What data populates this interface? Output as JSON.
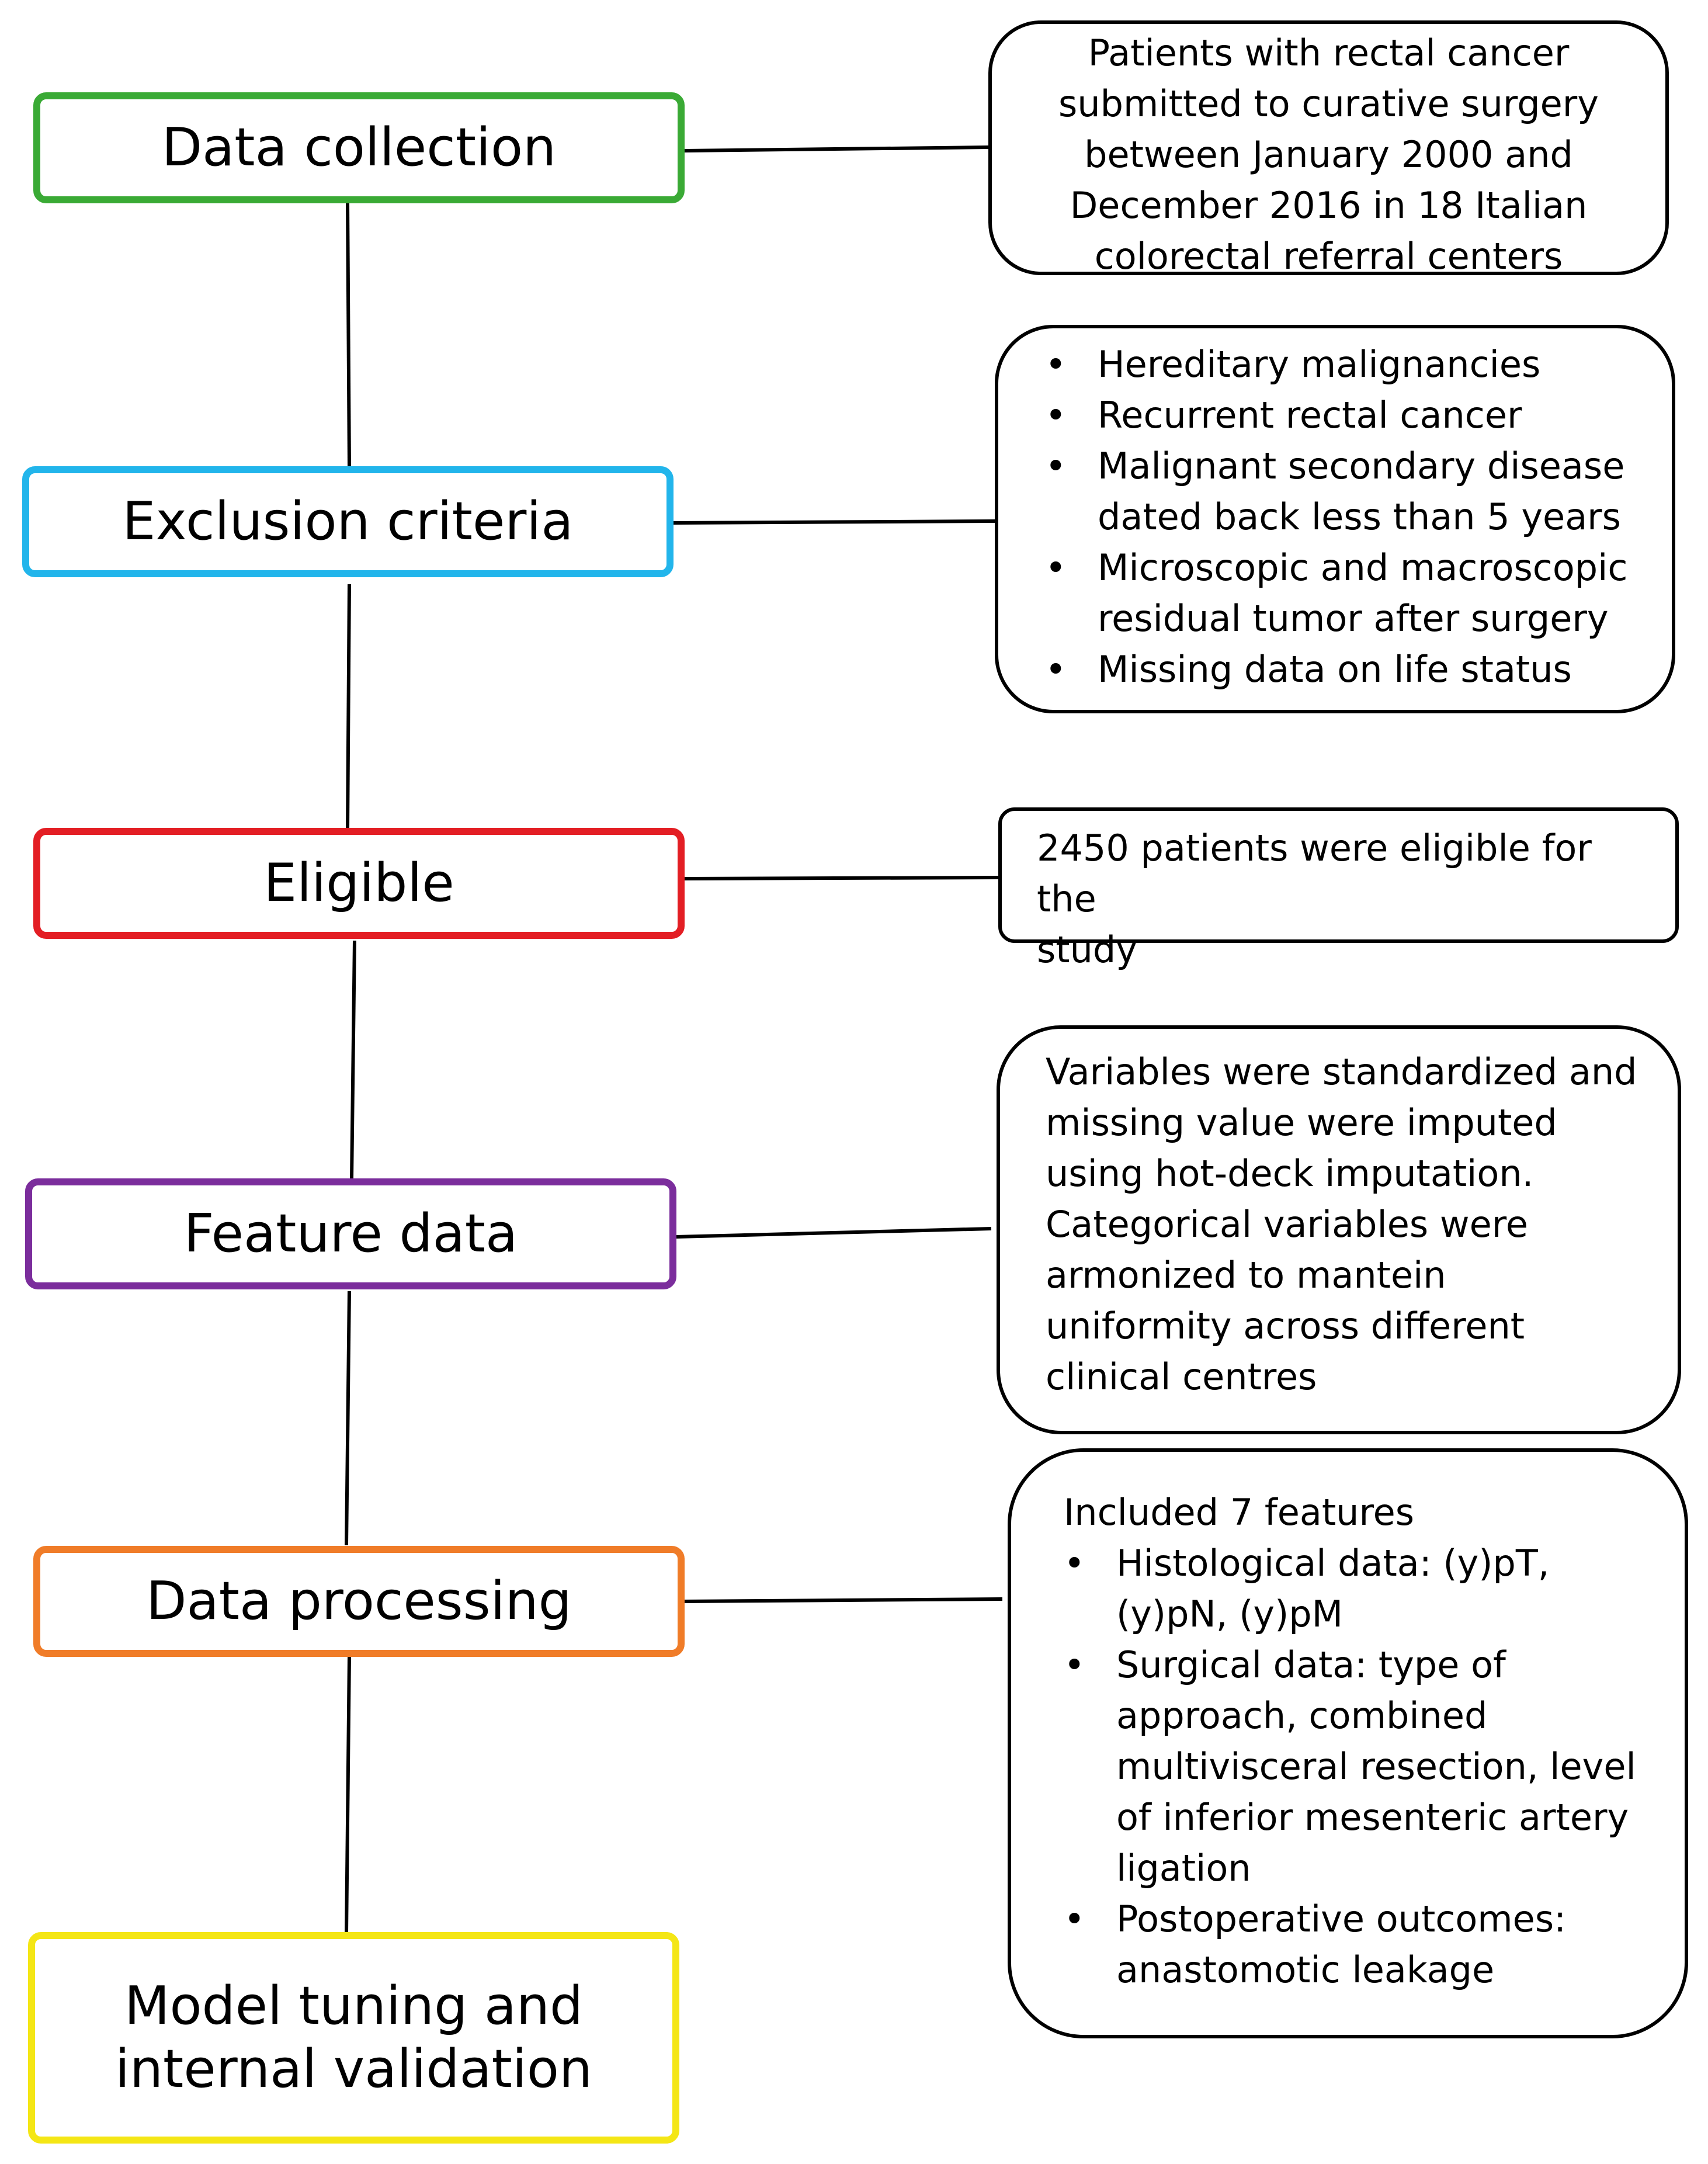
{
  "colors": {
    "data_collection": "#3aaa35",
    "exclusion_criteria": "#22b5eb",
    "eligible": "#e31e24",
    "feature_data": "#7b2d9c",
    "data_processing": "#f07c28",
    "model_tuning": "#f4e615",
    "connector": "#000000"
  },
  "bullet_symbol": "•",
  "stages": {
    "data_collection": "Data collection",
    "exclusion_criteria": "Exclusion criteria",
    "eligible": "Eligible",
    "feature_data": "Feature data",
    "data_processing": "Data processing",
    "model_tuning": {
      "line1": "Model tuning and",
      "line2": "internal validation"
    }
  },
  "details": {
    "data_collection": {
      "lines": [
        "Patients with rectal cancer",
        "submitted to curative surgery",
        "between January 2000 and",
        "December 2016 in 18 Italian",
        "colorectal referral centers"
      ]
    },
    "exclusion_criteria": {
      "items": [
        [
          "Hereditary malignancies"
        ],
        [
          "Recurrent rectal cancer"
        ],
        [
          "Malignant secondary disease",
          "dated back less than 5 years"
        ],
        [
          "Microscopic and macroscopic",
          "residual tumor after surgery"
        ],
        [
          "Missing data on life status"
        ]
      ]
    },
    "eligible": {
      "lines": [
        "2450 patients were eligible for the",
        "study"
      ]
    },
    "feature_data": {
      "lines": [
        "Variables were standardized and",
        "missing value were imputed",
        "using hot-deck imputation.",
        "Categorical variables were",
        "armonized to mantein",
        "uniformity across different",
        "clinical centres"
      ]
    },
    "data_processing": {
      "heading": "Included 7 features",
      "items": [
        [
          "Histological data: (y)pT,",
          "(y)pN, (y)pM"
        ],
        [
          "Surgical data: type of",
          "approach, combined",
          "multivisceral resection, level",
          "of inferior mesenteric artery",
          "ligation"
        ],
        [
          "Postoperative outcomes:",
          "anastomotic leakage"
        ]
      ]
    }
  }
}
